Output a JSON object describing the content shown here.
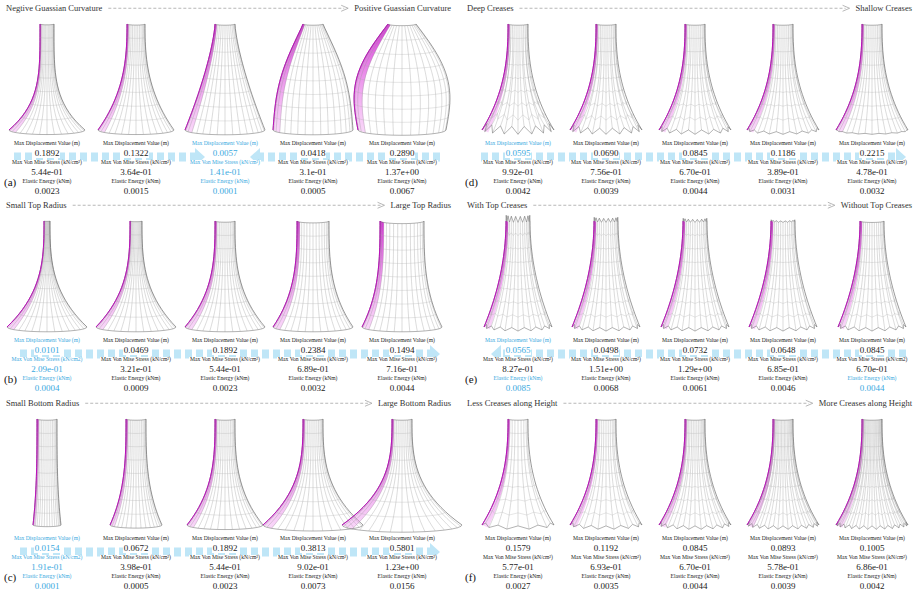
{
  "diagram": {
    "labels": [
      "Negtive Guassian Curvature",
      "Positive Guassian Curvature",
      "Max Displacement Value (m)",
      "0.1892",
      "Max Von Mise Stress (kN/cm²)",
      "5.44e-01",
      "Elastic Energy (kNm)",
      "0.0023",
      "Max Displacement Value (m)",
      "0.1322",
      "Max Von Mise Stress (kN/cm²)",
      "3.64e-01",
      "Elastic Energy (kNm)",
      "0.0015",
      "Max Displacement Value (m)",
      "0.0057",
      "Max Von Mise Stress (kN/cm²)",
      "1.41e-01",
      "Elastic Energy (kNm)",
      "0.0001",
      "Max Displacement Value (m)",
      "0.0418",
      "Max Von Mise Stress (kN/cm²)",
      "3.1e-01",
      "Elastic Energy (kNm)",
      "0.0005",
      "Max Displacement Value (m)",
      "0.2890",
      "Max Von Mise Stress (kN/cm²)",
      "1.37e+00",
      "Elastic Energy (kNm)",
      "0.0067",
      "(a)",
      "Small Top Radius",
      "Large Top Radius",
      "Max Displacement Value (m)",
      "0.0101",
      "Max Von Mise Stress (kN/cm2)",
      "2.09e-01",
      "Elastic Energy (kNm)",
      "0.0004",
      "Max Displacement Value (m)",
      "0.0469",
      "Max Von Mise Stress (kN/cm²)",
      "3.21e-01",
      "Elastic Energy (kNm)",
      "0.0009",
      "Max Displacement Value (m)",
      "0.1892",
      "Max Von Mise Stress (kN/cm²)",
      "5.44e-01",
      "Elastic Energy (kNm)",
      "0.0023",
      "Max Displacement Value (m)",
      "0.2384",
      "Max Von Mise Stress (kN/cm²)",
      "6.89e-01",
      "Elastic Energy (kNm)",
      "0.0032",
      "Max Displacement Value (m)",
      "0.1494",
      "Max Von Mise Stress (kN/cm²)",
      "7.16e-01",
      "Elastic Energy (kNm)",
      "0.0044",
      "(b)",
      "Small Bottom Radius",
      "Large Bottom Radius",
      "Max Displacement Value (m)",
      "0.0154",
      "Max Von Mise Stress (kN/cm2)",
      "1.91e-01",
      "Elastic Energy (kNm)",
      "0.0001",
      "Max Displacement Value (m)",
      "0.0672",
      "Max Von Mise Stress (kN/cm²)",
      "3.98e-01",
      "Elastic Energy (kNm)",
      "0.0005",
      "Max Displacement Value (m)",
      "0.1892",
      "Max Von Mise Stress (kN/cm²)",
      "5.44e-01",
      "Elastic Energy (kNm)",
      "0.0023",
      "Max Displacement Value (m)",
      "0.3813",
      "Max Von Mise Stress (kN/cm²)",
      "9.02e-01",
      "Elastic Energy (kNm)",
      "0.0073",
      "Max Displacement Value (m)",
      "0.5801",
      "Max Von Mise Stress (kN/cm²)",
      "1.23e+00",
      "Elastic Energy (kNm)",
      "0.0156",
      "(c)",
      "Deep Creases",
      "Shallow Creases",
      "Max Displacement Value (m)",
      "0.0595",
      "Max Von Mise Stress (kN/cm²)",
      "9.92e-01",
      "Elastic Energy (kNm)",
      "0.0042",
      "Max Displacement Value (m)",
      "0.0690",
      "Max Von Mise Stress (kN/cm²)",
      "7.56e-01",
      "Elastic Energy (kNm)",
      "0.0039",
      "Max Displacement Value (m)",
      "0.0845",
      "Max Von Mise Stress (kN/cm²)",
      "6.70e-01",
      "Elastic Energy (kNm)",
      "0.0044",
      "Max Displacement Value (m)",
      "0.1186",
      "Max Von Mise Stress (kN/cm²)",
      "3.89e-01",
      "Elastic Energy (kNm)",
      "0.0031",
      "Max Displacement Value (m)",
      "0.2215",
      "Max Von Mise Stress (kN/cm²)",
      "4.78e-01",
      "Elastic Energy (kNm)",
      "0.0032",
      "(d)",
      "With Top Creases",
      "Without Top Creases",
      "Max Displacement Value (m)",
      "0.0565",
      "Max Von Mise Stress (kN/cm²)",
      "8.27e-01",
      "Elastic Energy (kNm)",
      "0.0085",
      "Max Displacement Value (m)",
      "0.0498",
      "Max Von Mise Stress (kN/cm²)",
      "1.51e+00",
      "Elastic Energy (kNm)",
      "0.0068",
      "Max Displacement Value (m)",
      "0.0732",
      "Max Von Mise Stress (kN/cm²)",
      "1.29e+00",
      "Elastic Energy (kNm)",
      "0.0061",
      "Max Displacement Value (m)",
      "0.0648",
      "Max Von Mise Stress (kN/cm²)",
      "6.85e-01",
      "Elastic Energy (kNm)",
      "0.0046",
      "Max Displacement Value (m)",
      "0.0845",
      "Max Von Mise Stress (kN/cm2)",
      "6.70e-01",
      "Elastic Energy (kNm)",
      "0.0044",
      "(e)",
      "Less Creases along Height",
      "More Creases along Height",
      "Max Displacement Value (m)",
      "0.1579",
      "Max Von Mise Stress (kN/cm²)",
      "5.77e-01",
      "Elastic Energy (kNm)",
      "0.0027",
      "Max Displacement Value (m)",
      "0.1192",
      "Max Von Mise Stress (kN/cm²)",
      "6.93e-01",
      "Elastic Energy (kNm)",
      "0.0035",
      "Max Displacement Value (m)",
      "0.0845",
      "Max Von Mise Stress (kN/cm²)",
      "6.70e-01",
      "Elastic Energy (kNm)",
      "0.0044",
      "Max Displacement Value (m)",
      "0.0893",
      "Max Von Mise Stress (kN/cm²)",
      "5.78e-01",
      "Elastic Energy (kNm)",
      "0.0039",
      "Max Displacement Value (m)",
      "0.1005",
      "Max Von Mise Stress (kN/cm²)",
      "6.86e-01",
      "Elastic Energy (kNm)",
      "0.0042",
      "(f)"
    ]
  }
}
